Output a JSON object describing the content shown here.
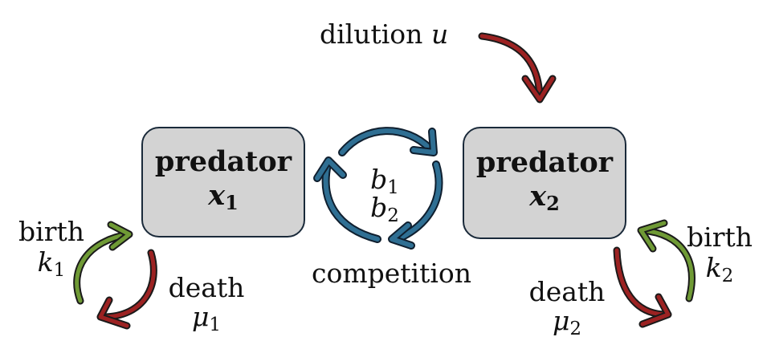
{
  "predator1": {
    "title": "predator",
    "var": "x",
    "sub": "1"
  },
  "predator2": {
    "title": "predator",
    "var": "x",
    "sub": "2"
  },
  "dilution": {
    "label": "dilution",
    "var": "u"
  },
  "competition": {
    "label": "competition",
    "b1_var": "b",
    "b1_sub": "1",
    "b2_var": "b",
    "b2_sub": "2"
  },
  "left": {
    "birth": "birth",
    "k_var": "k",
    "k_sub": "1",
    "death": "death",
    "mu_var": "μ",
    "mu_sub": "1"
  },
  "right": {
    "birth": "birth",
    "k_var": "k",
    "k_sub": "2",
    "death": "death",
    "mu_var": "μ",
    "mu_sub": "2"
  },
  "colors": {
    "box_fill": "#d3d3d3",
    "box_border": "#1a2a3a",
    "competition_arrow": "#2f6f93",
    "death_arrow": "#9c2222",
    "birth_arrow": "#6f9a35",
    "dilution_arrow": "#9c2222"
  }
}
